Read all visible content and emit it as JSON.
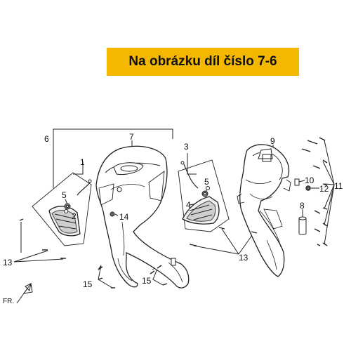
{
  "banner": {
    "text": "Na obrázku díl číslo 7-6"
  },
  "direction_marker": {
    "label": "FR."
  },
  "callouts": [
    {
      "id": "c6",
      "label": "6"
    },
    {
      "id": "c7",
      "label": "7"
    },
    {
      "id": "c1",
      "label": "1"
    },
    {
      "id": "c3",
      "label": "3"
    },
    {
      "id": "c9",
      "label": "9"
    },
    {
      "id": "c5a",
      "label": "5"
    },
    {
      "id": "c2",
      "label": "2"
    },
    {
      "id": "c14",
      "label": "14"
    },
    {
      "id": "c5b",
      "label": "5"
    },
    {
      "id": "c4",
      "label": "4"
    },
    {
      "id": "c10",
      "label": "10"
    },
    {
      "id": "c12",
      "label": "12"
    },
    {
      "id": "c11",
      "label": "11"
    },
    {
      "id": "c8",
      "label": "8"
    },
    {
      "id": "c13a",
      "label": "13"
    },
    {
      "id": "c13b",
      "label": "13"
    },
    {
      "id": "c15a",
      "label": "15"
    },
    {
      "id": "c15b",
      "label": "15"
    }
  ]
}
